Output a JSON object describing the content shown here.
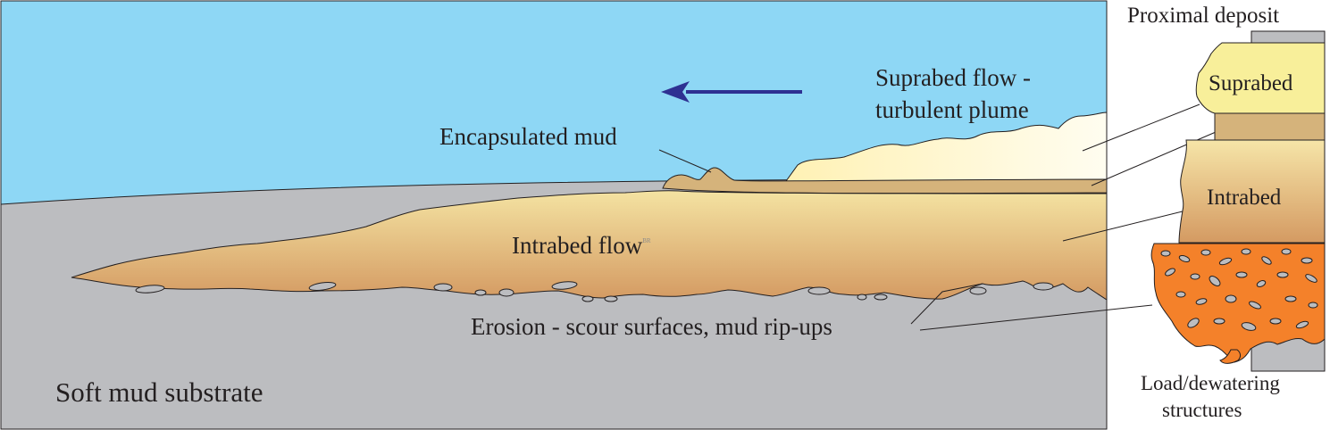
{
  "labels": {
    "suprabed_flow_line1": "Suprabed flow -",
    "suprabed_flow_line2": "turbulent plume",
    "encapsulated_mud": "Encapsulated mud",
    "intrabed_flow": "Intrabed flow",
    "intrabed_flow_mark": "BR",
    "erosion": "Erosion - scour surfaces, mud rip-ups",
    "soft_mud_substrate": "Soft mud substrate",
    "proximal_deposit": "Proximal deposit",
    "suprabed": "Suprabed",
    "intrabed": "Intrabed",
    "load_line1": "Load/dewatering",
    "load_line2": "structures"
  },
  "colors": {
    "water": "#8ed7f5",
    "substrate": "#bcbdc0",
    "intrabed_top": "#f4e3a2",
    "intrabed_bottom": "#d49a62",
    "suprabed_light": "#fffbe6",
    "suprabed_yellow": "#f8ef9a",
    "mud_layer": "#d5b37b",
    "load_orange": "#f4812a",
    "flow_arrow": "#2e3192"
  },
  "icons": {
    "flow_direction": "arrow-left-icon"
  }
}
